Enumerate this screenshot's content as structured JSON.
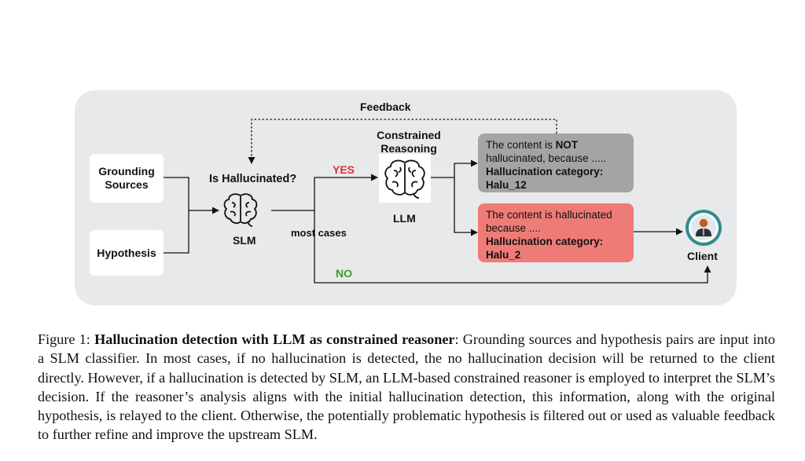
{
  "diagram": {
    "feedback_label": "Feedback",
    "grounding_label": "Grounding\nSources",
    "hypothesis_label": "Hypothesis",
    "question_label": "Is Hallucinated?",
    "slm_label": "SLM",
    "yes_label": "YES",
    "no_label": "NO",
    "most_cases_label": "most cases",
    "constrained_label": "Constrained\nReasoning",
    "llm_label": "LLM",
    "client_label": "Client",
    "not_halluc_box": {
      "line1_pre": "The content is ",
      "line1_bold": "NOT",
      "line2": "hallucinated, because .....",
      "category_label": "Hallucination category:",
      "category_value": "Halu_12"
    },
    "halluc_box": {
      "line1": "The content is hallucinated",
      "line2": "because ....",
      "category_label": "Hallucination category:",
      "category_value": "Halu_2"
    },
    "colors": {
      "panel": "#e8e9eb",
      "not_halluc_box": "#a4a4a4",
      "halluc_box": "#ee7b76",
      "yes": "#e03131",
      "no": "#3d9a2b",
      "client_ring": "#2f8c90"
    },
    "icons": [
      "brain-icon-slm",
      "brain-icon-llm",
      "client-person-icon"
    ]
  },
  "caption": {
    "prefix": "Figure 1: ",
    "title": "Hallucination detection with LLM as constrained reasoner",
    "body": ": Grounding sources and hypothesis pairs are input into a SLM classifier. In most cases, if no hallucination is detected, the no hallucination decision will be returned to the client directly. However, if a hallucination is detected by SLM, an LLM-based constrained reasoner is employed to interpret the SLM’s decision. If the reasoner’s analysis aligns with the initial hallucination detection, this information, along with the original hypothesis, is relayed to the client. Otherwise, the potentially problematic hypothesis is filtered out or used as valuable feedback to further refine and improve the upstream SLM."
  }
}
